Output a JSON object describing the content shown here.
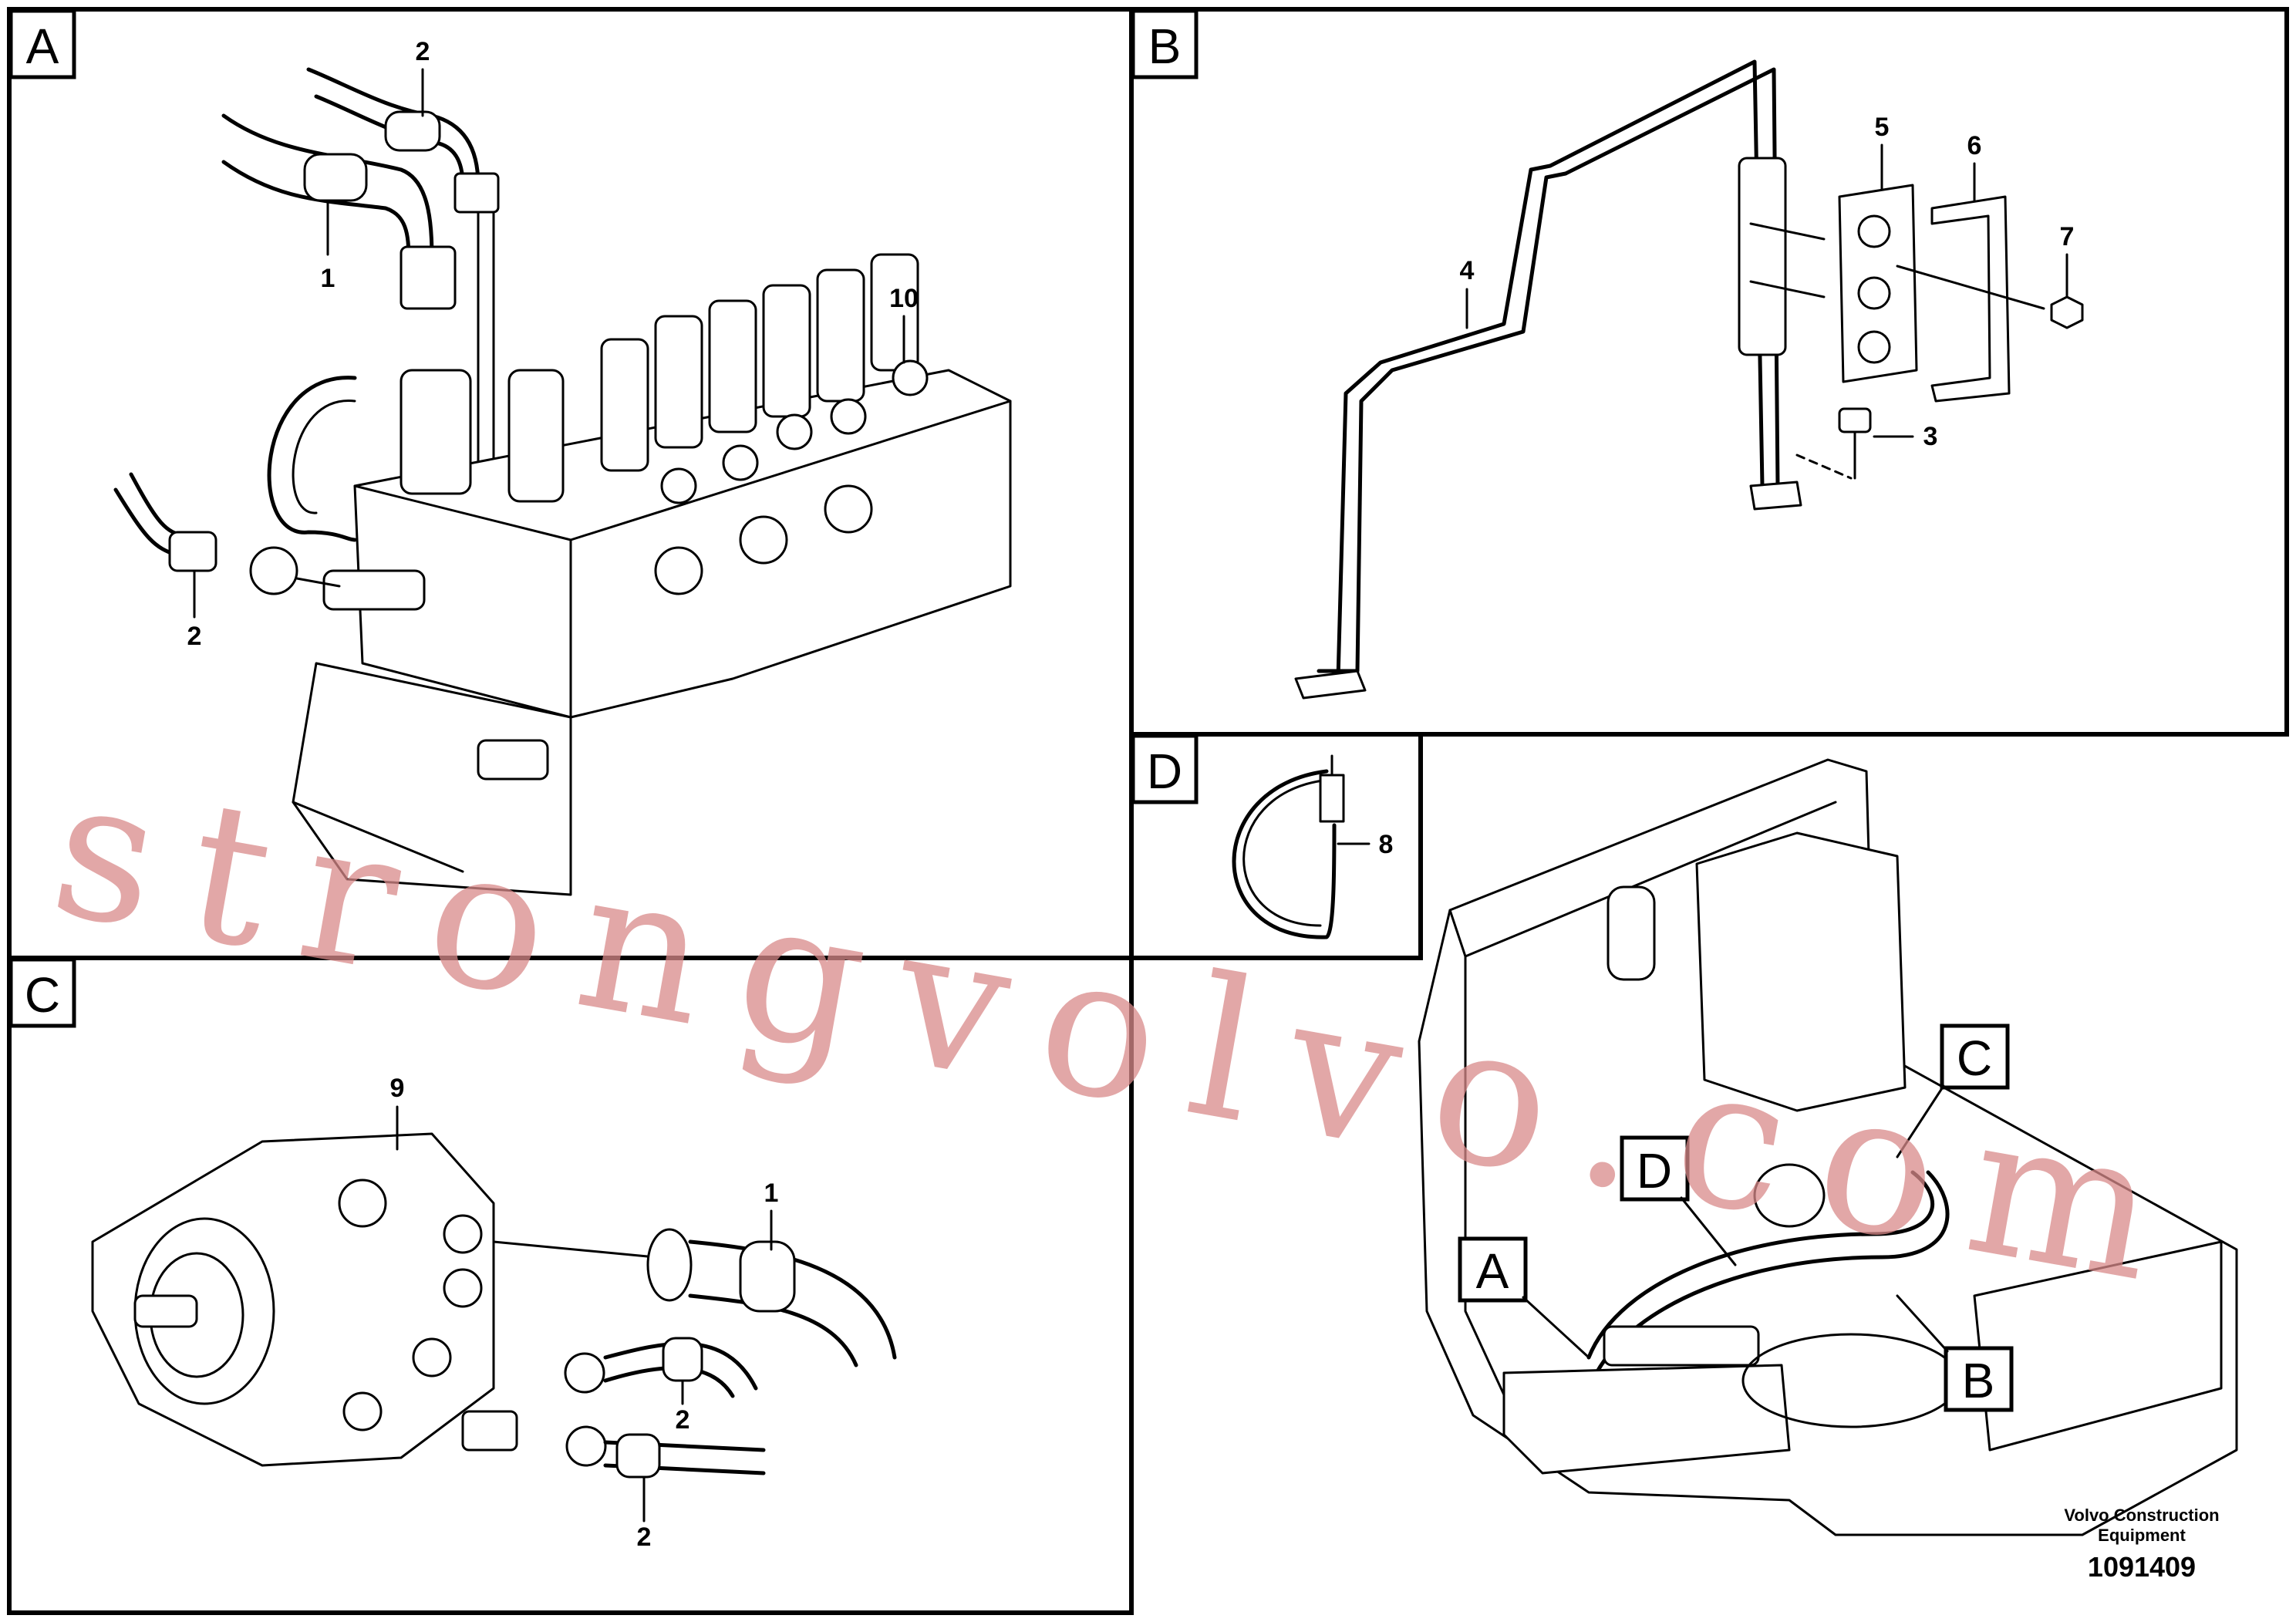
{
  "panels": {
    "A": {
      "tag": "A",
      "callouts": [
        "2",
        "1",
        "10",
        "2"
      ]
    },
    "B": {
      "tag": "B",
      "callouts": [
        "4",
        "5",
        "6",
        "7",
        "3"
      ]
    },
    "C": {
      "tag": "C",
      "callouts": [
        "9",
        "1",
        "2",
        "2"
      ]
    },
    "D": {
      "tag": "D",
      "callouts": [
        "8"
      ]
    },
    "overview": {
      "tags": [
        "C",
        "D",
        "A",
        "B"
      ]
    }
  },
  "watermark": "strongvolvo.com",
  "footer": {
    "credit_line1": "Volvo Construction",
    "credit_line2": "Equipment",
    "drawing_number": "1091409"
  }
}
